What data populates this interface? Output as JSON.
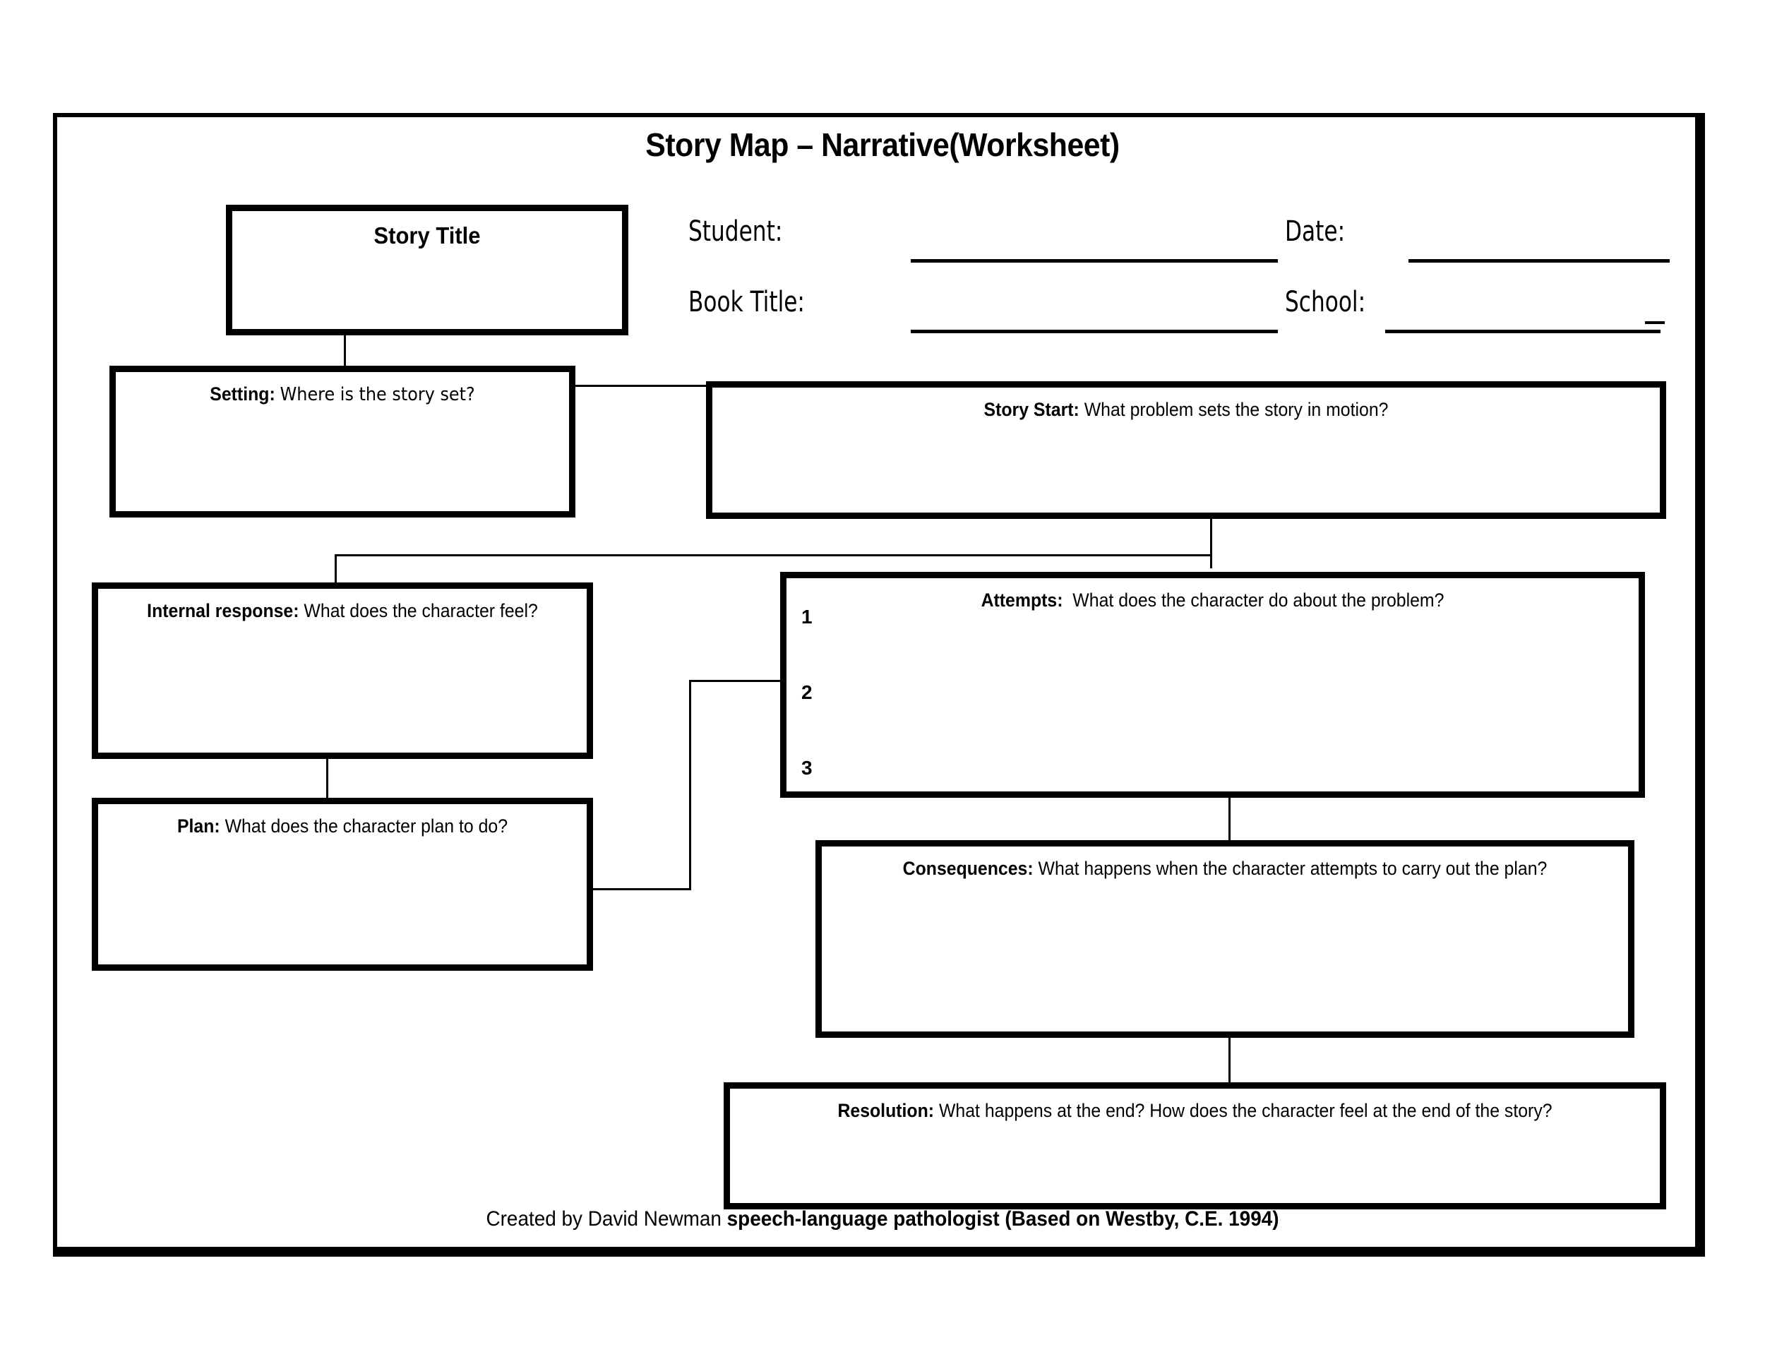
{
  "document": {
    "title": "Story Map – Narrative(Worksheet)",
    "credit_regular": "Created by David Newman ",
    "credit_bold": "speech-language pathologist (Based on Westby, C.E. 1994)"
  },
  "header_form": {
    "student_label": "Student:",
    "date_label": "Date:",
    "book_title_label": "Book Title:",
    "school_label": "School:",
    "student_value": "",
    "date_value": "",
    "book_title_value": "",
    "school_value": ""
  },
  "boxes": {
    "story_title": {
      "heading": "Story Title",
      "value": ""
    },
    "setting": {
      "heading": "Setting:",
      "prompt": "Where is the story set?",
      "value": ""
    },
    "story_start": {
      "heading": "Story Start:",
      "prompt": "What problem sets the story in motion?",
      "value": ""
    },
    "internal_response": {
      "heading": "Internal response:",
      "prompt": "What does the character feel?",
      "value": ""
    },
    "attempts": {
      "heading": "Attempts:",
      "prompt": "What does the character do about the problem?",
      "numbers": [
        "1",
        "2",
        "3"
      ],
      "value": ""
    },
    "plan": {
      "heading": "Plan:",
      "prompt": "What does the character plan to do?",
      "value": ""
    },
    "consequences": {
      "heading": "Consequences:",
      "prompt": "What happens when the character attempts to carry out the plan?",
      "value": ""
    },
    "resolution": {
      "heading": "Resolution:",
      "prompt": "What happens at the end? How does the character feel at the end of the story?",
      "value": ""
    }
  },
  "colors": {
    "ink": "#000000",
    "paper": "#ffffff"
  }
}
